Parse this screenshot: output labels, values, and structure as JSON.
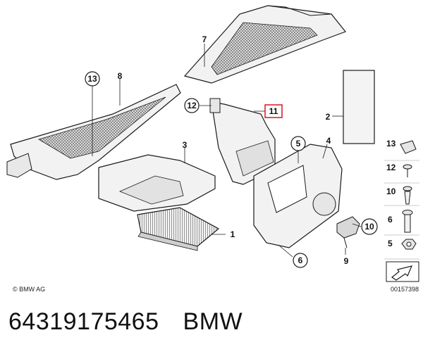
{
  "callouts": {
    "c13_main": "13",
    "c8": "8",
    "c7": "7",
    "c12_main": "12",
    "c11": "11",
    "c3": "3",
    "c2": "2",
    "c5_main": "5",
    "c4": "4",
    "c1": "1",
    "c6_main": "6",
    "c9": "9",
    "c10_main": "10"
  },
  "legend": {
    "items": [
      "13",
      "12",
      "10",
      "6",
      "5"
    ]
  },
  "footer": {
    "copyright": "© BMW AG",
    "ref_number": "00157398"
  },
  "caption": {
    "part_number": "64319175465",
    "brand": "BMW"
  },
  "colors": {
    "highlight": "#d9252b",
    "line": "#1a1a1a",
    "part_fill": "#f2f2f2",
    "shade": "#cfcfcf"
  }
}
